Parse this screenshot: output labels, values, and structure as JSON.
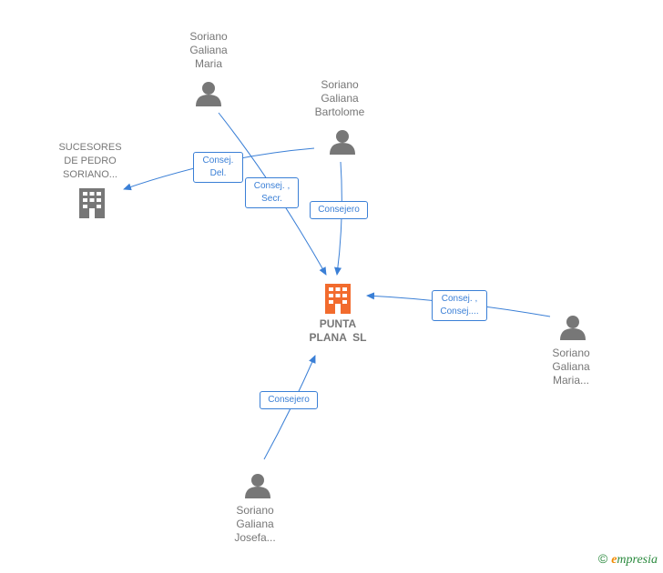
{
  "nodes": {
    "maria_top": {
      "lines": [
        "Soriano",
        "Galiana",
        "Maria"
      ]
    },
    "bartolome": {
      "lines": [
        "Soriano",
        "Galiana",
        "Bartolome"
      ]
    },
    "sucesores": {
      "lines": [
        "SUCESORES",
        "DE PEDRO",
        "SORIANO..."
      ]
    },
    "punta": {
      "lines": [
        "PUNTA",
        "PLANA  SL"
      ]
    },
    "maria_right": {
      "lines": [
        "Soriano",
        "Galiana",
        "Maria..."
      ]
    },
    "josefa": {
      "lines": [
        "Soriano",
        "Galiana",
        "Josefa..."
      ]
    }
  },
  "edges": {
    "consej_del": {
      "lines": [
        "Consej.",
        "Del."
      ]
    },
    "consej_secr": {
      "lines": [
        "Consej. ,",
        "Secr."
      ]
    },
    "consejero_bartolome": {
      "lines": [
        "Consejero"
      ]
    },
    "consej_right": {
      "lines": [
        "Consej. ,",
        "Consej...."
      ]
    },
    "consejero_josefa": {
      "lines": [
        "Consejero"
      ]
    }
  },
  "colors": {
    "edge": "#3a7fd6",
    "person": "#777777",
    "company": "#777777",
    "focus_company": "#f26b2d"
  },
  "brand": {
    "copyright": "©",
    "name_initial": "e",
    "name_rest": "mpresia"
  }
}
